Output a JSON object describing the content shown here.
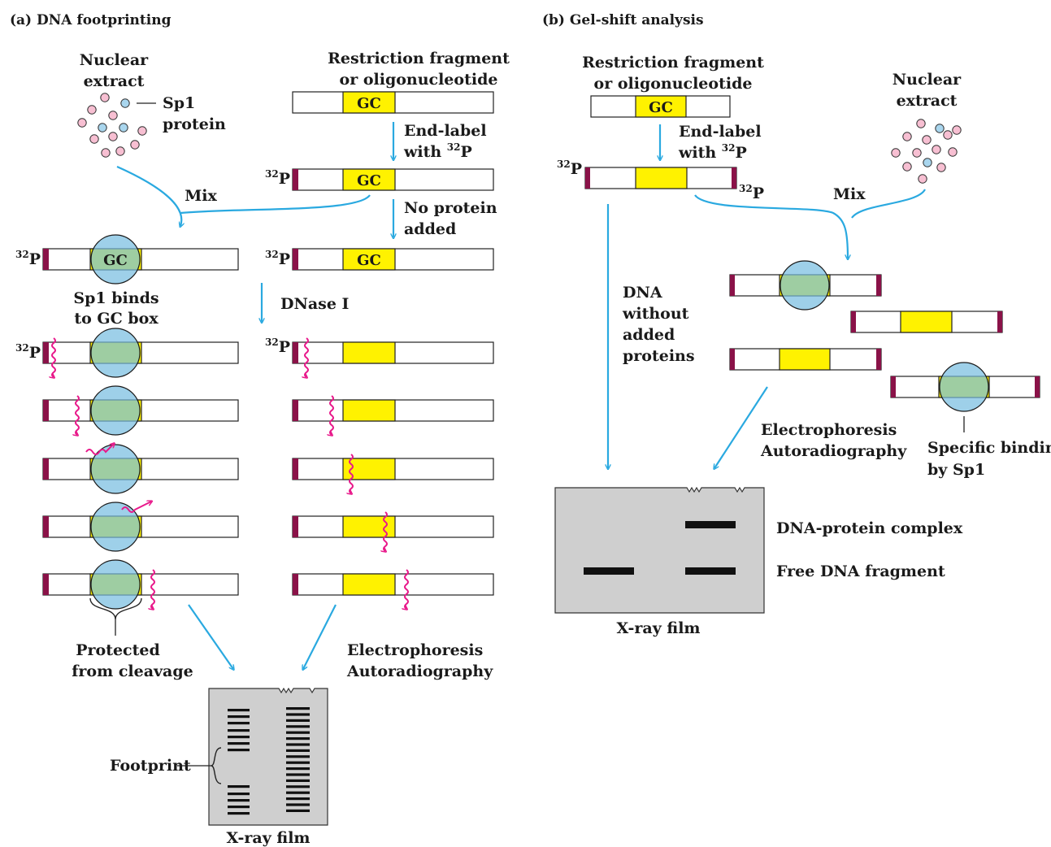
{
  "panel_a": {
    "title": "(a) DNA footprinting",
    "nuclear_extract": [
      "Nuclear",
      "extract"
    ],
    "sp1_protein": [
      "Sp1",
      "protein"
    ],
    "restriction_fragment": [
      "Restriction fragment",
      "or oligonucleotide"
    ],
    "gc": "GC",
    "end_label": [
      "End-label",
      "with "
    ],
    "p32_sup": "32",
    "p32_label": "P",
    "no_protein": [
      "No protein",
      "added"
    ],
    "mix": "Mix",
    "sp1_binds": [
      "Sp1 binds",
      "to GC box"
    ],
    "dnase": "DNase I",
    "protected": [
      "Protected",
      "from cleavage"
    ],
    "electrophoresis": [
      "Electrophoresis",
      "Autoradiography"
    ],
    "footprint": "Footprint",
    "xray_film": "X-ray film"
  },
  "panel_b": {
    "title": "(b) Gel-shift analysis",
    "restriction_fragment": [
      "Restriction fragment",
      "or oligonucleotide"
    ],
    "gc": "GC",
    "end_label": [
      "End-label",
      "with "
    ],
    "p32_sup": "32",
    "p32_label": "P",
    "nuclear_extract": [
      "Nuclear",
      "extract"
    ],
    "mix": "Mix",
    "dna_without": [
      "DNA",
      "without",
      "added",
      "proteins"
    ],
    "electrophoresis": [
      "Electrophoresis",
      "Autoradiography"
    ],
    "specific_binding": [
      "Specific binding",
      "by Sp1"
    ],
    "dna_protein_complex": "DNA-protein complex",
    "free_dna": "Free DNA fragment",
    "xray_film": "X-ray film"
  },
  "colors": {
    "arrow": "#2aa9e0",
    "gc_box": "#fff200",
    "end_label": "#8a1248",
    "protein": "#7fbfe0",
    "cut": "#e8188a",
    "film": "#cfcfcf",
    "dot_pink": "#f7bfd2",
    "dot_blue": "#a9d6ee"
  }
}
